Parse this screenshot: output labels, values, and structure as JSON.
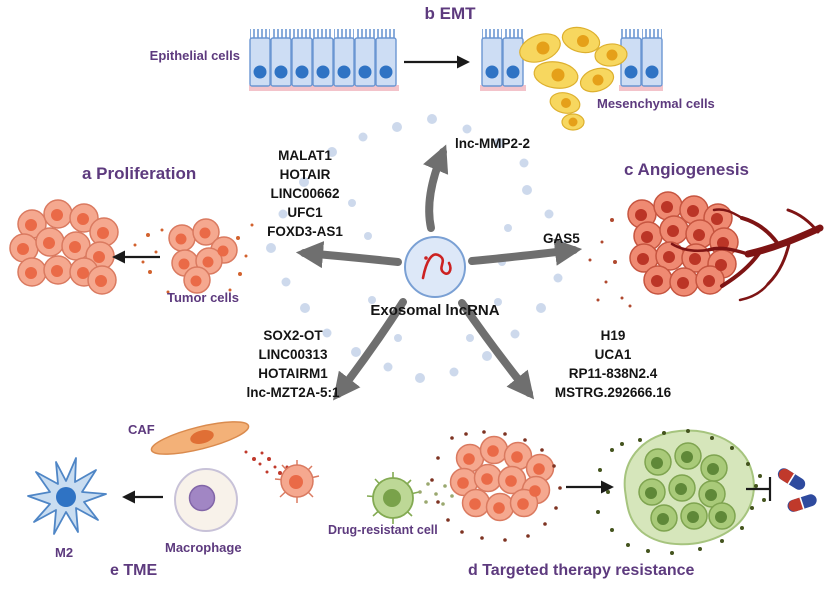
{
  "sections": {
    "proliferation": "a Proliferation",
    "emt": "b EMT",
    "angiogenesis": "c Angiogenesis",
    "therapy": "d Targeted therapy resistance",
    "tme": "e TME"
  },
  "center_label": "Exosomal lncRNA",
  "cell_labels": {
    "epithelial": "Epithelial cells",
    "mesenchymal": "Mesenchymal cells",
    "tumor": "Tumor cells",
    "caf": "CAF",
    "macrophage": "Macrophage",
    "m2": "M2",
    "drug_resistant": "Drug-resistant cell"
  },
  "lncrnas": {
    "emt": "lnc-MMP2-2",
    "angiogenesis": "GAS5",
    "proliferation": [
      "MALAT1",
      "HOTAIR",
      "LINC00662",
      "UFC1",
      "FOXD3-AS1"
    ],
    "tme": [
      "SOX2-OT",
      "LINC00313",
      "HOTAIRM1",
      "lnc-MZT2A-5:1"
    ],
    "therapy": [
      "H19",
      "UCA1",
      "RP11-838N2.4",
      "MSTRG.292666.16"
    ]
  },
  "colors": {
    "title_purple": "#5d3a7e",
    "text_black": "#141414",
    "arrow_gray": "#6f6f6f",
    "tumor_pink": "#f5a88f",
    "epithelial_blue": "#cdddf4",
    "mesenchymal_yellow": "#f7d75f",
    "vessel_dark_red": "#7e1414",
    "resistant_green": "#a9ca79",
    "exosome_blue": "#cdd9ec"
  }
}
